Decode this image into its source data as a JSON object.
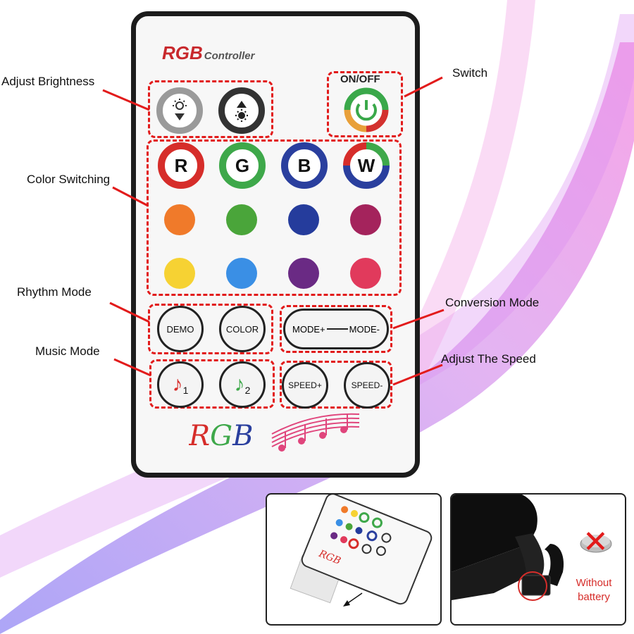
{
  "labels": {
    "adjust_brightness": "Adjust Brightness",
    "switch": "Switch",
    "color_switching": "Color Switching",
    "rhythm_mode": "Rhythm Mode",
    "conversion_mode": "Conversion Mode",
    "music_mode": "Music Mode",
    "adjust_speed": "Adjust The Speed"
  },
  "remote": {
    "brand_top_rgb": "RGB",
    "brand_top_word": "Controller",
    "onoff_label": "ON/OFF",
    "color_buttons": [
      "R",
      "G",
      "B",
      "W"
    ],
    "swatch_colors_row1": [
      "#f07a2a",
      "#4aa53a",
      "#253c9c",
      "#a4235c"
    ],
    "swatch_colors_row2": [
      "#f6d233",
      "#3a8fe5",
      "#6a2a84",
      "#e13a5c"
    ],
    "demo_label": "DEMO",
    "color_label": "COLOR",
    "mode_plus": "MODE+",
    "mode_minus": "MODE-",
    "music1_num": "1",
    "music2_num": "2",
    "speed_plus": "SPEED+",
    "speed_minus": "SPEED-",
    "bottom_logo": "RGB"
  },
  "battery_note": {
    "line1": "Without",
    "line2": "battery"
  }
}
